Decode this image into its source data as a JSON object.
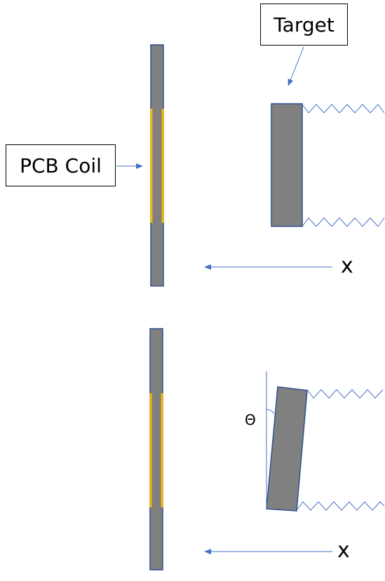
{
  "labels": {
    "target": "Target",
    "pcb_coil": "PCB Coil",
    "x_top": "x",
    "x_bottom": "x",
    "theta": "Θ"
  },
  "colors": {
    "plate_fill": "#808080",
    "plate_stroke": "#2f4f8f",
    "coil": "#f5b800",
    "arrow": "#4472c4",
    "spring": "#4472c4",
    "angle_line": "#4472c4",
    "label_border": "#000000"
  }
}
